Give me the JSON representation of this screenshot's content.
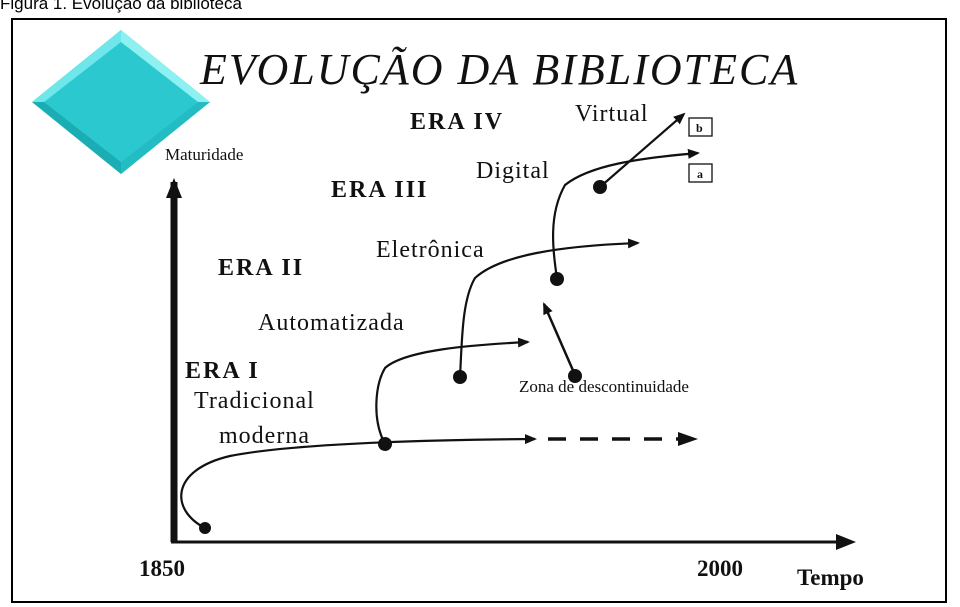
{
  "caption": "Figura 1. Evolução da biblioteca",
  "title": "EVOLUÇÃO DA BIBLIOTECA",
  "axes": {
    "y_label": "Maturidade",
    "x_label": "Tempo",
    "x_start": "1850",
    "x_end": "2000"
  },
  "eras": [
    "ERA  I",
    "ERA  II",
    "ERA  III",
    "ERA  IV"
  ],
  "stages": {
    "tradicional_line1": "Tradicional",
    "tradicional_line2": "moderna",
    "automatizada": "Automatizada",
    "eletronica": "Eletrônica",
    "digital": "Digital",
    "virtual": "Virtual"
  },
  "discontinuity": "Zona de descontinuidade",
  "markers": {
    "a": "a",
    "b": "b"
  },
  "colors": {
    "diamond": "#3fd8dc",
    "ink": "#111111"
  }
}
